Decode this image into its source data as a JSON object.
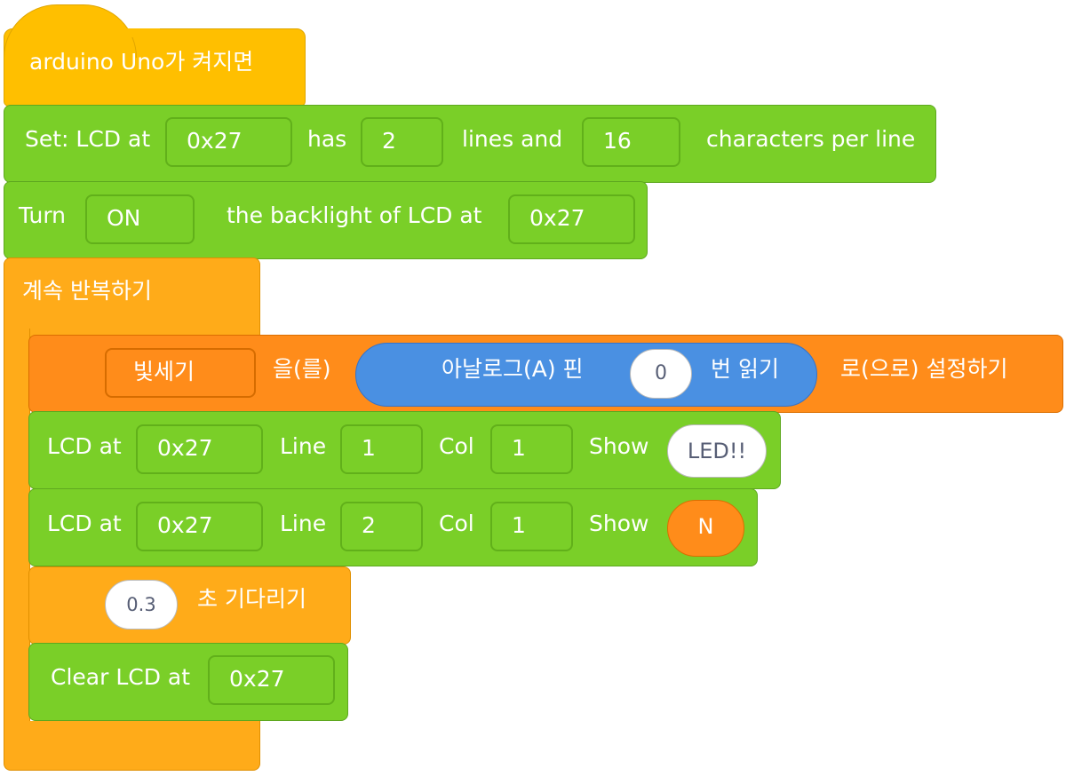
{
  "hat": {
    "label": "arduino Uno가 켜지면"
  },
  "setup_lcd": {
    "label_set": "Set: LCD at",
    "address": "0x27",
    "label_has": "has",
    "lines": "2",
    "label_lines_and": "lines and",
    "chars": "16",
    "label_chars": "characters per line"
  },
  "backlight": {
    "label_turn": "Turn",
    "state": "ON",
    "label_of": "the backlight of LCD at",
    "address": "0x27"
  },
  "forever": {
    "label": "계속 반복하기"
  },
  "set_var": {
    "variable": "빛세기",
    "label_to": "을(를)",
    "reporter": {
      "label": "아날로그(A) 핀",
      "pin": "0",
      "label_read": "번 읽기"
    },
    "label_set": "로(으로) 설정하기"
  },
  "lcd_show_1": {
    "label_lcd_at": "LCD at",
    "address": "0x27",
    "label_line": "Line",
    "line": "1",
    "label_col": "Col",
    "col": "1",
    "label_show": "Show",
    "value": "LED!!"
  },
  "lcd_show_2": {
    "label_lcd_at": "LCD at",
    "address": "0x27",
    "label_line": "Line",
    "line": "2",
    "label_col": "Col",
    "col": "1",
    "label_show": "Show",
    "value": "N"
  },
  "wait": {
    "seconds": "0.3",
    "label": "초 기다리기"
  },
  "clear_lcd": {
    "label": "Clear LCD at",
    "address": "0x27"
  },
  "colors": {
    "hat": "#ffbf00",
    "lcd": "#7acf28",
    "control": "#ffab19",
    "variable": "#ff8c1a",
    "sensor": "#4a90e2"
  }
}
